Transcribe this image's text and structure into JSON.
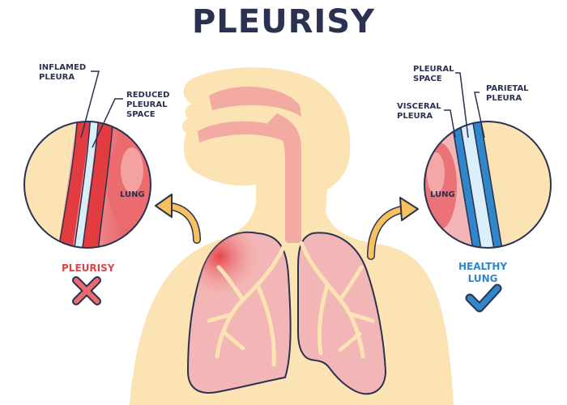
{
  "title": "PLEURISY",
  "left_panel": {
    "labels": {
      "inflamed_pleura": "INFLAMED\nPLEURA",
      "reduced_pleural_space": "REDUCED\nPLEURAL\nSPACE",
      "lung": "LUNG"
    },
    "status": "PLEURISY",
    "status_icon": "cross-icon",
    "status_color": "#d9464a"
  },
  "right_panel": {
    "labels": {
      "pleural_space": "PLEURAL\nSPACE",
      "parietal_pleura": "PARIETAL\nPLEURA",
      "visceral_pleura": "VISCERAL\nPLEURA",
      "lung": "LUNG"
    },
    "status": "HEALTHY\nLUNG",
    "status_icon": "check-icon",
    "status_color": "#2f86c9"
  },
  "colors": {
    "title": "#2a3151",
    "body": "#fbe3b4",
    "inflamed": "#e03a3f",
    "lung_tissue": "#f2b4b4",
    "airway": "#f4a6a0",
    "pleura_blue": "#2f86c9",
    "arrow": "#f7c25e"
  }
}
